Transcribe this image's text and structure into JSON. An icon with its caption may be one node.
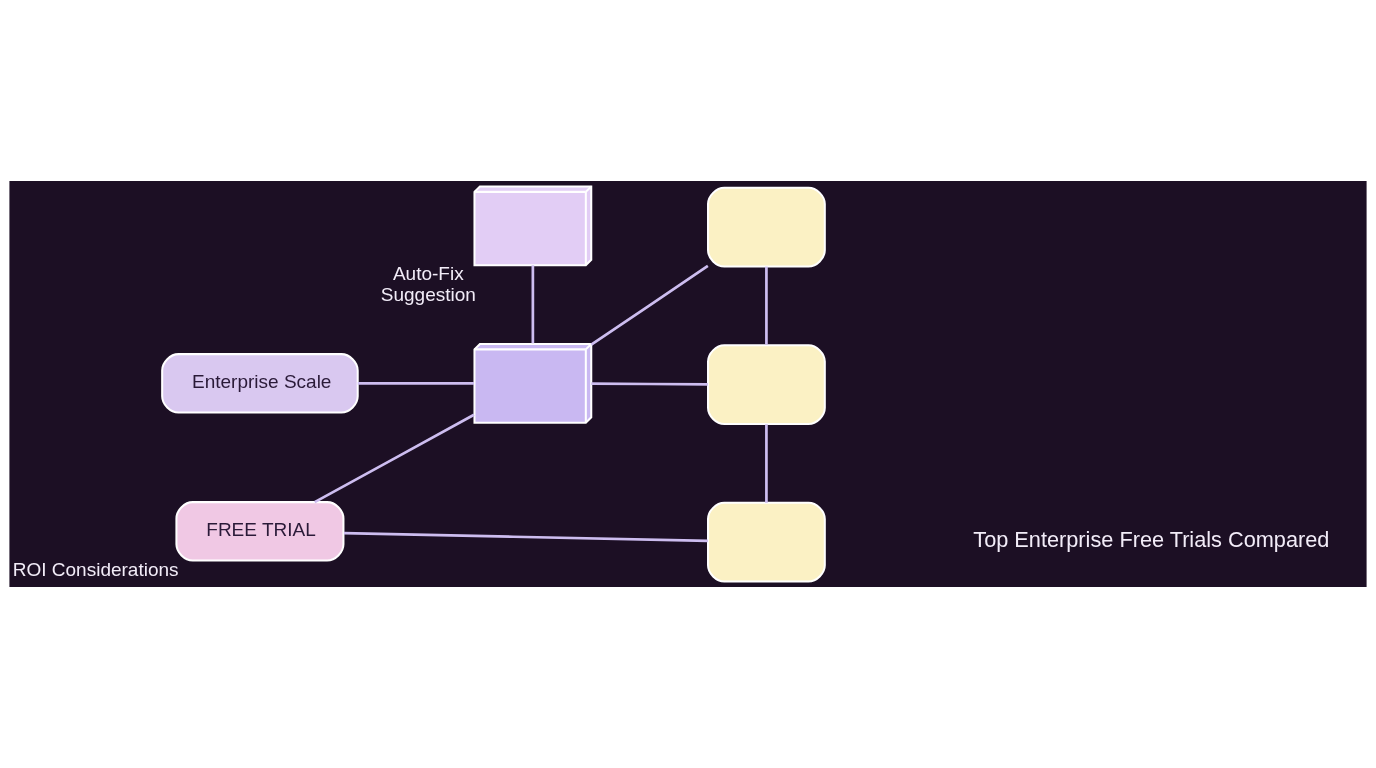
{
  "diagram": {
    "nodes": [
      {
        "text": [
          "Enterprise Scale"
        ]
      },
      {
        "text": [
          "FREE TRIAL"
        ],
        "beside": [
          "ROI Considerations"
        ]
      },
      {
        "text": [],
        "shape": "picture"
      },
      {
        "text": [],
        "shape": "picture",
        "beside": [
          "Auto-Fix",
          "Suggestion"
        ]
      },
      {
        "text": [],
        "shape": "box"
      },
      {
        "text": [],
        "shape": "box"
      },
      {
        "text": [],
        "shape": "box"
      }
    ],
    "edges": [
      {
        "from": 0,
        "to": 2,
        "arrow": "none"
      },
      {
        "from": 2,
        "to": 1,
        "arrow": "none"
      },
      {
        "from": 3,
        "to": 2,
        "arrow": "none"
      },
      {
        "from": 2,
        "to": 4,
        "arrow": "none"
      },
      {
        "from": 2,
        "to": 5,
        "arrow": "none"
      },
      {
        "from": 1,
        "to": 6,
        "arrow": "none"
      },
      {
        "from": 4,
        "to": 5,
        "arrow": "none"
      },
      {
        "from": 5,
        "to": 6,
        "arrow": "none"
      }
    ],
    "labels": [
      "Top Enterprise Free Trials Compared"
    ]
  }
}
